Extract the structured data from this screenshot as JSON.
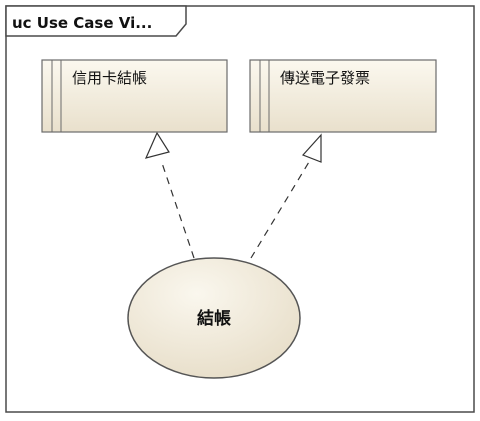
{
  "diagram": {
    "frame_title": "uc Use Case Vi...",
    "classes": [
      {
        "id": "credit-card-checkout",
        "label": "信用卡結帳"
      },
      {
        "id": "send-e-invoice",
        "label": "傳送電子發票"
      }
    ],
    "use_case": {
      "label": "結帳"
    },
    "relationships": [
      {
        "type": "realization",
        "from": "use_case",
        "to": "credit-card-checkout"
      },
      {
        "type": "realization",
        "from": "use_case",
        "to": "send-e-invoice"
      }
    ]
  },
  "colors": {
    "frame_stroke": "#4a4a4a",
    "node_stroke": "#6b6b6b",
    "node_fill_light": "#fbf8ef",
    "node_fill_dark": "#e9e0cc",
    "line": "#333333"
  }
}
